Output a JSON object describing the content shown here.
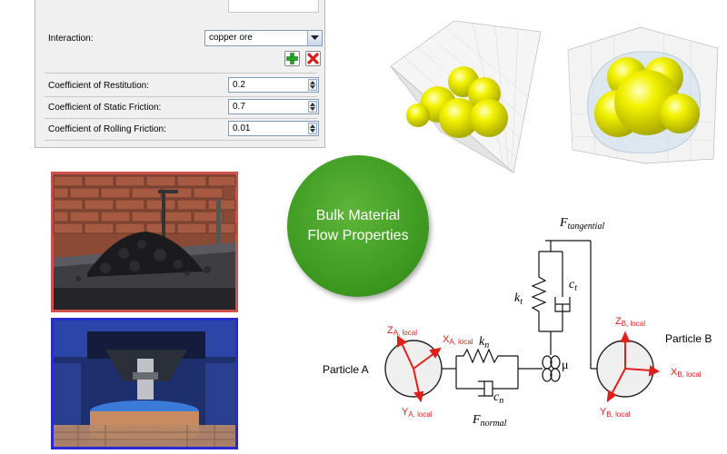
{
  "dialog": {
    "interaction_label": "Interaction:",
    "interaction_value": "copper ore",
    "fields": [
      {
        "label": "Coefficient of Restitution:",
        "value": "0.2"
      },
      {
        "label": "Coefficient of Static Friction:",
        "value": "0.7"
      },
      {
        "label": "Coefficient of Rolling Friction:",
        "value": "0.01"
      }
    ],
    "add_icon": "green-plus-icon",
    "remove_icon": "red-x-icon"
  },
  "circle": {
    "line1": "Bulk Material",
    "line2": "Flow Properties"
  },
  "diagram": {
    "particle_a": "Particle A",
    "particle_b": "Particle B",
    "za": "Z",
    "za_sub": "A, local",
    "xa": "X",
    "xa_sub": "A, local",
    "ya": "Y",
    "ya_sub": "A, local",
    "zb": "Z",
    "zb_sub": "B, local",
    "xb": "X",
    "xb_sub": "B, local",
    "yb": "Y",
    "yb_sub": "B, local",
    "f_tangential": "F",
    "f_tangential_sub": "tangential",
    "f_normal": "F",
    "f_normal_sub": "normal",
    "kt": "k",
    "kt_sub": "t",
    "ct": "c",
    "ct_sub": "t",
    "kn": "k",
    "kn_sub": "n",
    "cn": "c",
    "cn_sub": "n",
    "mu": "μ"
  },
  "colors": {
    "accent_green": "#3f9b22",
    "axis_red": "#e0201a",
    "sphere_yellow": "#e6e600",
    "photo1_border": "#d05050",
    "photo2_border": "#2a2ad0"
  }
}
